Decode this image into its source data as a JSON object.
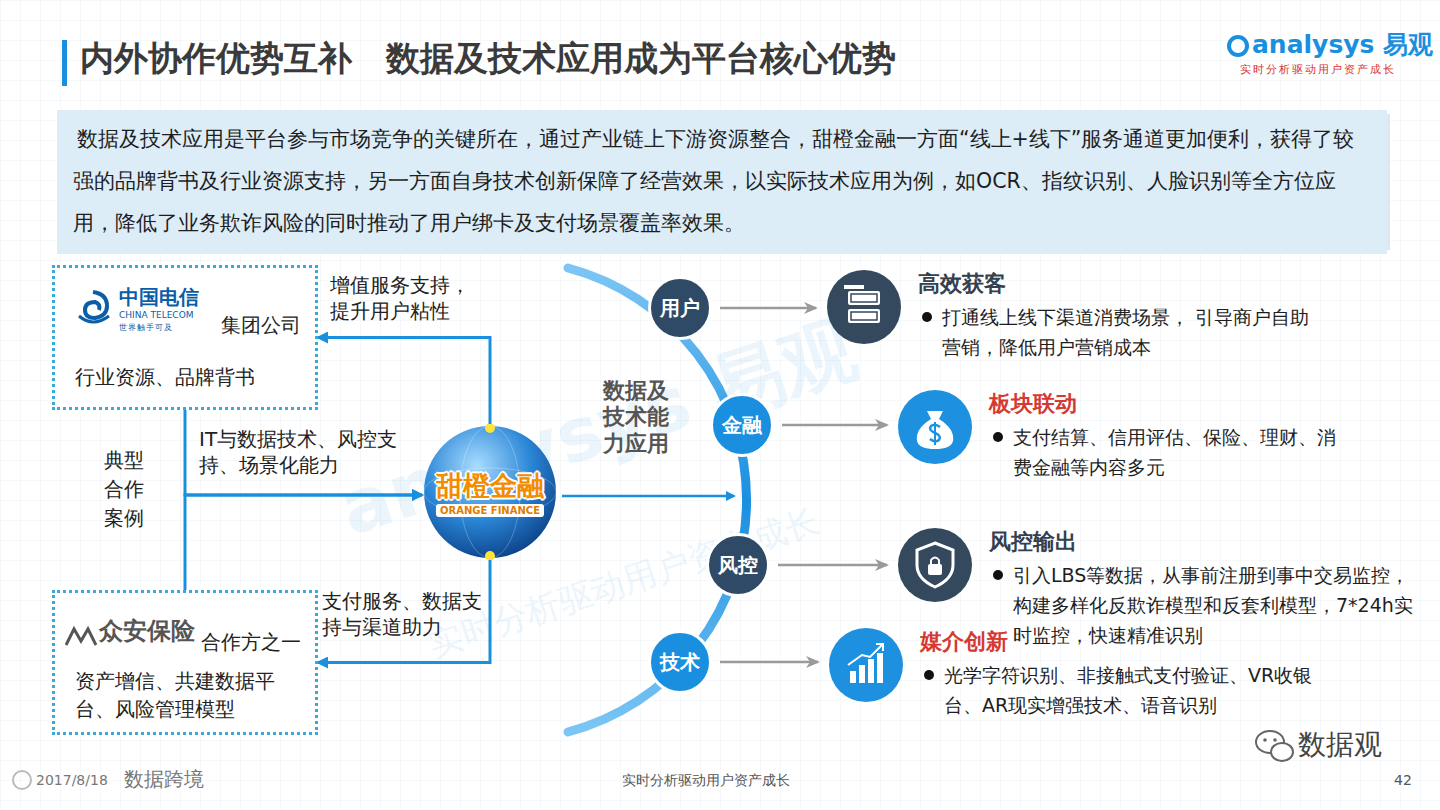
{
  "diagram": {
    "title": "内外协作优势互补　数据及技术应用成为平台核心优势",
    "nodes": [
      {
        "text": [
          "数据及技术应用是平台参与市场竞争的关键所在，通过产业链上下游资源整合，甜橙金融一方面“线上+线下”服务通道更加便利，获得了较强的品牌背书及行业资源支持，另一方面自身技术创新保障了经营效果，以实际技术应用为例，如OCR、指纹识别、人脸识别等全方位应用，降低了业务欺诈风险的同时推动了用户绑卡及支付场景覆盖率效果。"
        ]
      },
      {
        "text": [
          "中国电信",
          "CHINA TELECOM",
          "世界触手可及",
          "集团公司",
          "行业资源、品牌背书"
        ]
      },
      {
        "text": [
          "众安保险",
          "合作方之一",
          "资产增信、共建数据平台、风险管理模型"
        ]
      },
      {
        "text": [
          "甜橙金融",
          "ORANGE FINANCE"
        ]
      },
      {
        "text": [
          "用户"
        ]
      },
      {
        "text": [
          "金融"
        ]
      },
      {
        "text": [
          "风控"
        ]
      },
      {
        "text": [
          "技术"
        ]
      },
      {
        "text": [
          "高效获客",
          "打通线上线下渠道消费场景， 引导商户自助营销，降低用户营销成本"
        ]
      },
      {
        "text": [
          "板块联动",
          "支付结算、信用评估、保险、理财、消费金融等内容多元"
        ]
      },
      {
        "text": [
          "风控输出",
          "引入LBS等数据，从事前注册到事中交易监控，构建多样化反欺诈模型和反套利模型，7*24h实时监控，快速精准识别"
        ]
      },
      {
        "text": [
          "媒介创新",
          "光学字符识别、非接触式支付验证、VR收银台、AR现实增强技术、语音识别"
        ]
      }
    ],
    "edges": [
      {
        "from": 3,
        "to": 1,
        "label": "增值服务支持，提升用户粘性",
        "arrow": "to"
      },
      {
        "from": 1,
        "to": 3,
        "label": "IT与数据技术、风控支持、场景化能力",
        "arrow": "to"
      },
      {
        "from": 2,
        "to": 3,
        "arrow": "to"
      },
      {
        "from": 3,
        "to": 2,
        "label": "支付服务、数据支持与渠道助力",
        "arrow": "to"
      },
      {
        "from": 4,
        "to": 8,
        "arrow": "to"
      },
      {
        "from": 5,
        "to": 9,
        "arrow": "to"
      },
      {
        "from": 6,
        "to": 10,
        "arrow": "to"
      },
      {
        "from": 7,
        "to": 11,
        "arrow": "to"
      }
    ],
    "labels": [
      "analysys 易观",
      "实时分析驱动用户资产成长",
      "典型合作案例",
      "数据及技术能力应用",
      "analysys 易观",
      "实时分析驱动用户资产成长",
      "2017/8/18",
      "实时分析驱动用户资产成长",
      "42",
      "数据跨境",
      "数据观"
    ]
  }
}
